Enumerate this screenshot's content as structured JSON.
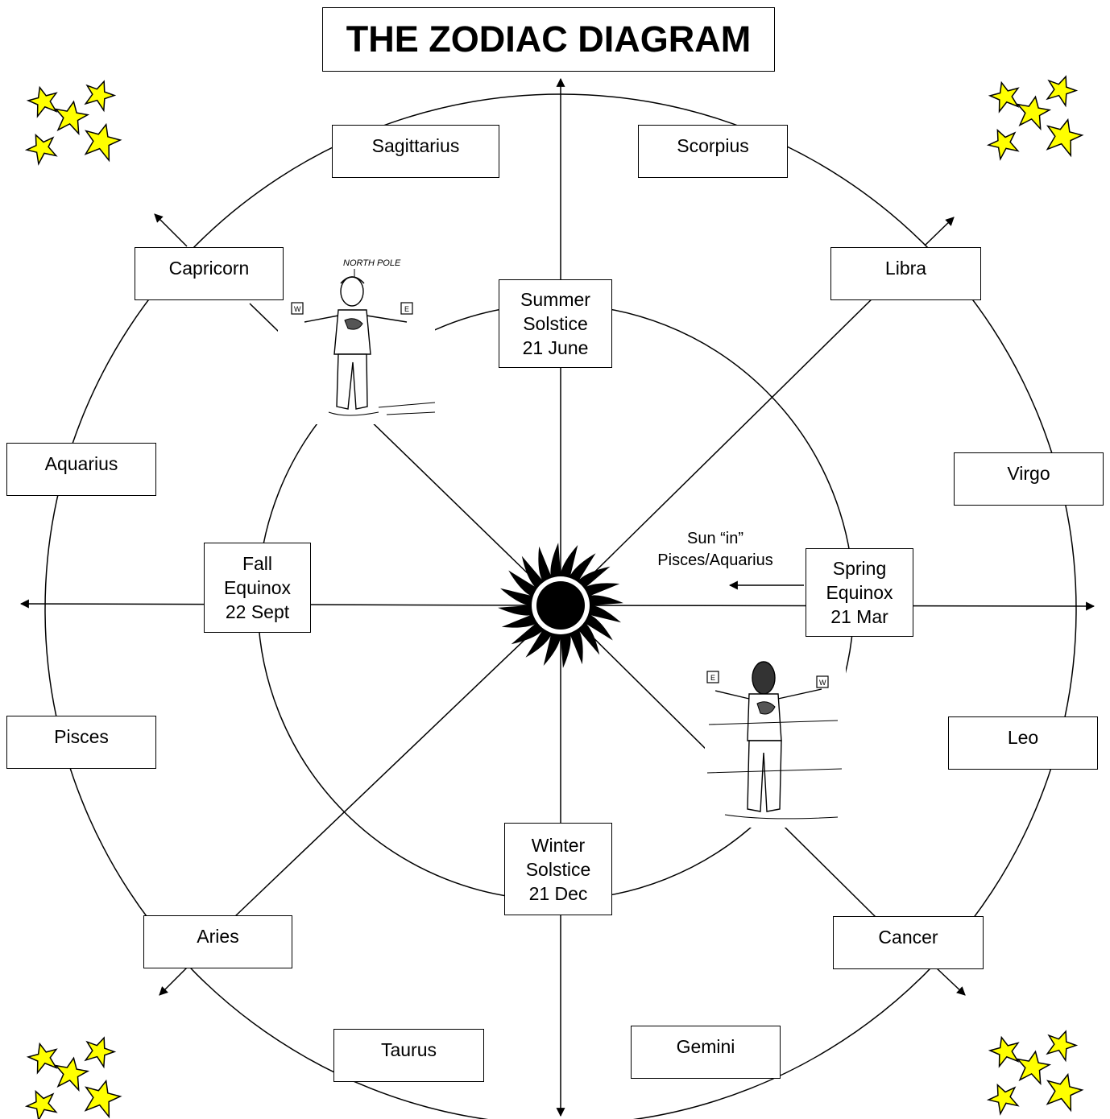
{
  "title": "THE ZODIAC DIAGRAM",
  "signs": {
    "sagittarius": "Sagittarius",
    "scorpius": "Scorpius",
    "capricorn": "Capricorn",
    "libra": "Libra",
    "aquarius": "Aquarius",
    "virgo": "Virgo",
    "pisces": "Pisces",
    "leo": "Leo",
    "aries": "Aries",
    "cancer": "Cancer",
    "taurus": "Taurus",
    "gemini": "Gemini"
  },
  "seasons": {
    "summer": [
      "Summer",
      "Solstice",
      "21 June"
    ],
    "fall": [
      "Fall",
      "Equinox",
      "22 Sept"
    ],
    "spring": [
      "Spring",
      "Equinox",
      "21 Mar"
    ],
    "winter": [
      "Winter",
      "Solstice",
      "21 Dec"
    ]
  },
  "sun_note": [
    "Sun “in”",
    "Pisces/Aquarius"
  ],
  "figures": {
    "top_left": {
      "caption": "NORTH POLE",
      "left_sign": "W",
      "right_sign": "E"
    },
    "bottom_right": {
      "left_sign": "E",
      "right_sign": "W"
    }
  },
  "colors": {
    "star_fill": "#ffff00",
    "line": "#000000",
    "background": "#ffffff"
  }
}
